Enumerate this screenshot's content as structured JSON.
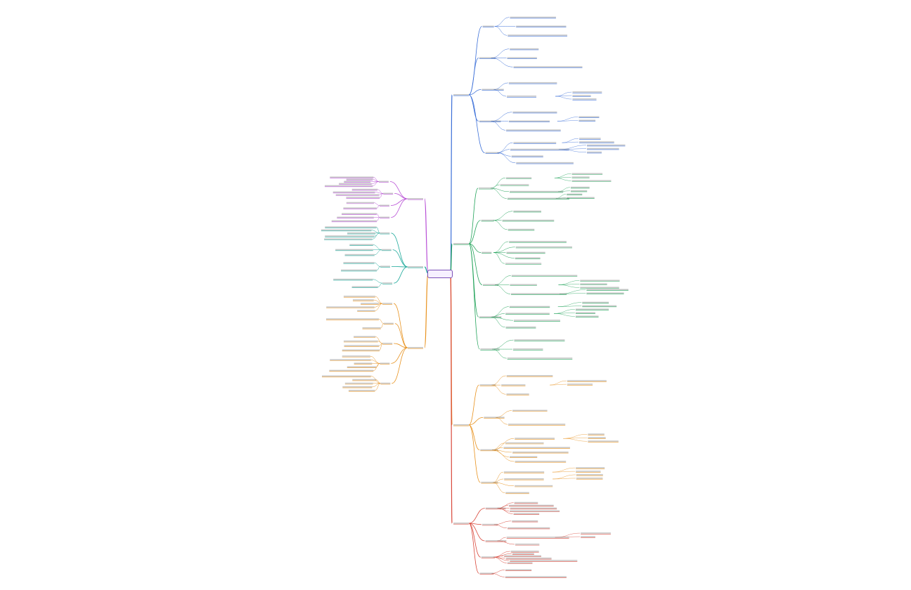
{
  "central_topic": {
    "label": "",
    "color": "#7b4fb8"
  },
  "branches": [
    {
      "name": "left-purple",
      "color": "#b84fd6",
      "side": "left"
    },
    {
      "name": "left-teal",
      "color": "#1aa89a",
      "side": "left"
    },
    {
      "name": "left-orange",
      "color": "#e8921e",
      "side": "left"
    },
    {
      "name": "right-blue",
      "color": "#3b6fd8",
      "side": "right"
    },
    {
      "name": "right-green",
      "color": "#22a35a",
      "side": "right"
    },
    {
      "name": "right-orange",
      "color": "#e8921e",
      "side": "right"
    },
    {
      "name": "right-red",
      "color": "#d9483b",
      "side": "right"
    }
  ]
}
